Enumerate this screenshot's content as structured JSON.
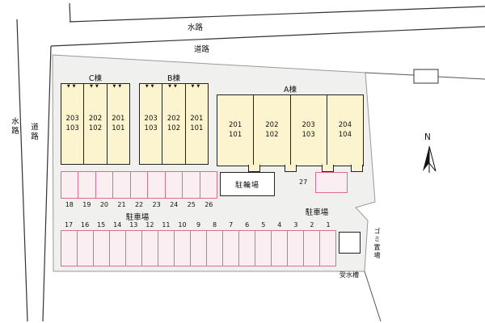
{
  "site": {
    "top_waterway_label": "水路",
    "top_road_label": "道路",
    "left_waterway_label": "水路",
    "left_road_label": "道路",
    "north_label": "N",
    "garbage_area_label": "ゴミ置場",
    "water_tank_label": "受水槽",
    "bike_parking_label": "駐輪場",
    "parking_label_left": "駐車場",
    "parking_label_right": "駐車場"
  },
  "buildings": {
    "c": {
      "name": "C棟",
      "roof_marks": "▼▼",
      "units": [
        "203\n103",
        "202\n102",
        "201\n101"
      ]
    },
    "b": {
      "name": "B棟",
      "roof_marks": "▼▼",
      "units": [
        "203\n103",
        "202\n102",
        "201\n101"
      ]
    },
    "a": {
      "name": "A棟",
      "units": [
        "201\n101",
        "202\n102",
        "203\n103",
        "204\n104"
      ]
    }
  },
  "parking": {
    "row1_numbers": [
      "18",
      "19",
      "20",
      "21",
      "22",
      "23",
      "24",
      "25",
      "26"
    ],
    "space27_label": "27",
    "row2_numbers": [
      "17",
      "16",
      "15",
      "14",
      "13",
      "12",
      "11",
      "10",
      "9",
      "8",
      "7",
      "6",
      "5",
      "4",
      "3",
      "2",
      "1"
    ]
  },
  "colors": {
    "building_fill": "#fbf4cf",
    "parking_border": "#e06c8c",
    "parking_fill": "#fbeef2",
    "parcel_fill": "#f0f0ee"
  }
}
